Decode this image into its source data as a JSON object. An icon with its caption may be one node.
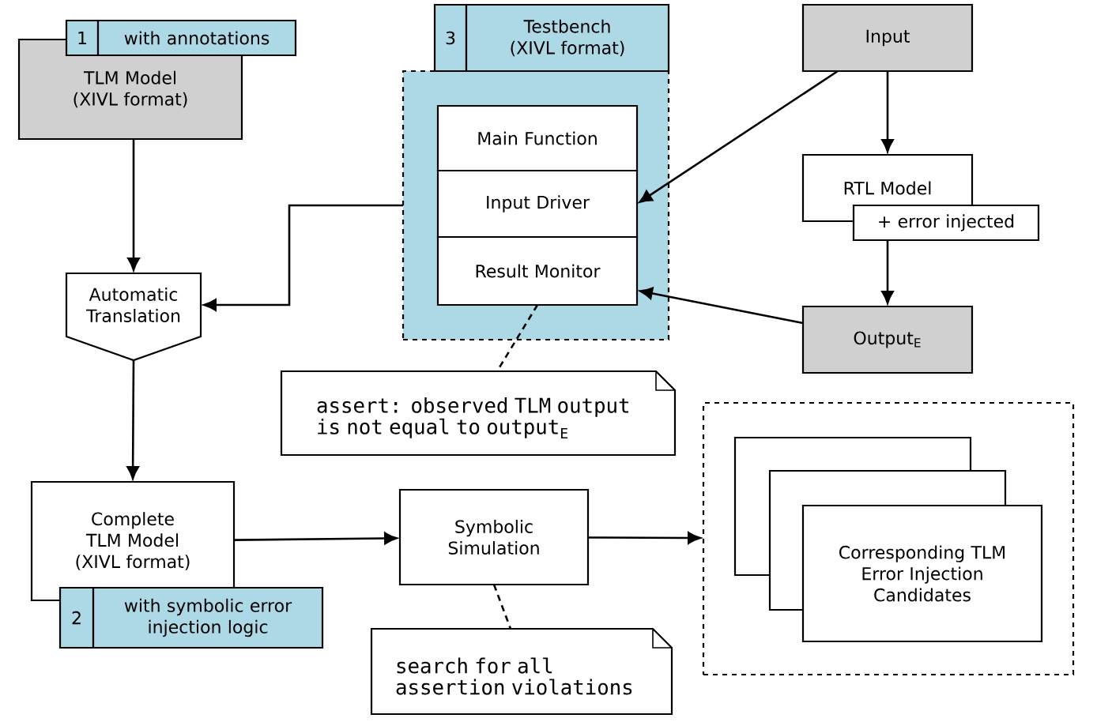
{
  "diagram": {
    "nodes": [
      {
        "text": [
          "1",
          "with annotations",
          "TLM Model (XIVL format)"
        ]
      },
      {
        "text": [
          "Automatic Translation"
        ]
      },
      {
        "text": [
          "3",
          "Testbench (XIVL format)"
        ]
      },
      {
        "text": [
          "Main Function"
        ],
        "in": 2
      },
      {
        "text": [
          "Input Driver"
        ],
        "in": 2
      },
      {
        "text": [
          "Result Monitor"
        ],
        "in": 2
      },
      {
        "text": [
          "Input"
        ]
      },
      {
        "text": [
          "RTL Model",
          "+ error injected"
        ]
      },
      {
        "text": [
          "Output$_{E}$"
        ]
      },
      {
        "text": [
          "assert: observed TLM output is not equal to output$_{E}$"
        ]
      },
      {
        "text": [
          "Complete TLM Model (XIVL format)",
          "2",
          "with symbolic error injection logic"
        ]
      },
      {
        "text": [
          "Symbolic Simulation"
        ]
      },
      {
        "text": [
          "search for all assertion violations"
        ]
      },
      {
        "text": [],
        "shape": "box"
      },
      {
        "text": [
          "Corresponding TLM Error Injection Candidates"
        ],
        "in": 13
      }
    ],
    "edges": [
      {
        "from": 0,
        "to": 1,
        "arrow": "to"
      },
      {
        "from": 2,
        "to": 1,
        "arrow": "to"
      },
      {
        "from": 1,
        "to": 10,
        "arrow": "to"
      },
      {
        "from": 10,
        "to": 11,
        "arrow": "to"
      },
      {
        "from": 11,
        "to": 13,
        "arrow": "to"
      },
      {
        "from": 6,
        "to": 4,
        "arrow": "to"
      },
      {
        "from": 6,
        "to": 7,
        "arrow": "to"
      },
      {
        "from": 7,
        "to": 8,
        "arrow": "to"
      },
      {
        "from": 8,
        "to": 5,
        "arrow": "to"
      },
      {
        "from": 5,
        "to": 9,
        "arrow": "none",
        "style": "dashed"
      },
      {
        "from": 11,
        "to": 12,
        "arrow": "none",
        "style": "dashed"
      }
    ]
  }
}
